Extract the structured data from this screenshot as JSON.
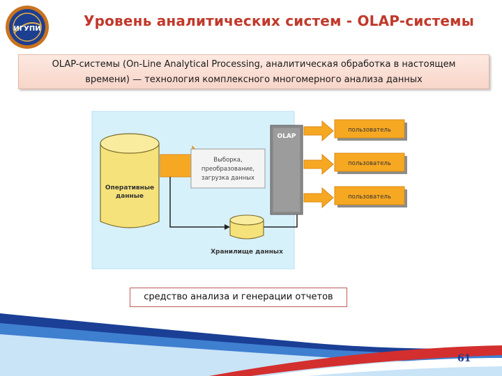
{
  "header": {
    "title": "Уровень аналитических систем  - OLAP-системы",
    "logo_text": "ИГУПИ"
  },
  "definition": {
    "line1": "OLAP-системы  (On-Line  Analytical  Processing,  аналитическая обработка в настоящем",
    "line2": "времени) — технология комплексного многомерного анализа данных"
  },
  "diagram": {
    "operational_db_label_1": "Оперативные",
    "operational_db_label_2": "данные",
    "process_label_1": "Выборка,",
    "process_label_2": "преобразование,",
    "process_label_3": "загрузка данных",
    "olap_label": "OLAP",
    "warehouse_label": "Хранилище данных",
    "users": [
      "пользователь",
      "пользователь",
      "пользователь"
    ]
  },
  "caption": "средство анализа и генерации отчетов",
  "page_number": "61",
  "colors": {
    "title": "#c0392b",
    "accent_orange": "#f7a823",
    "cylinder_yellow": "#f6e27a",
    "olap_gray": "#8a8a8a",
    "diagram_bg": "#d7f1fb",
    "page_number": "#1f3a93"
  }
}
